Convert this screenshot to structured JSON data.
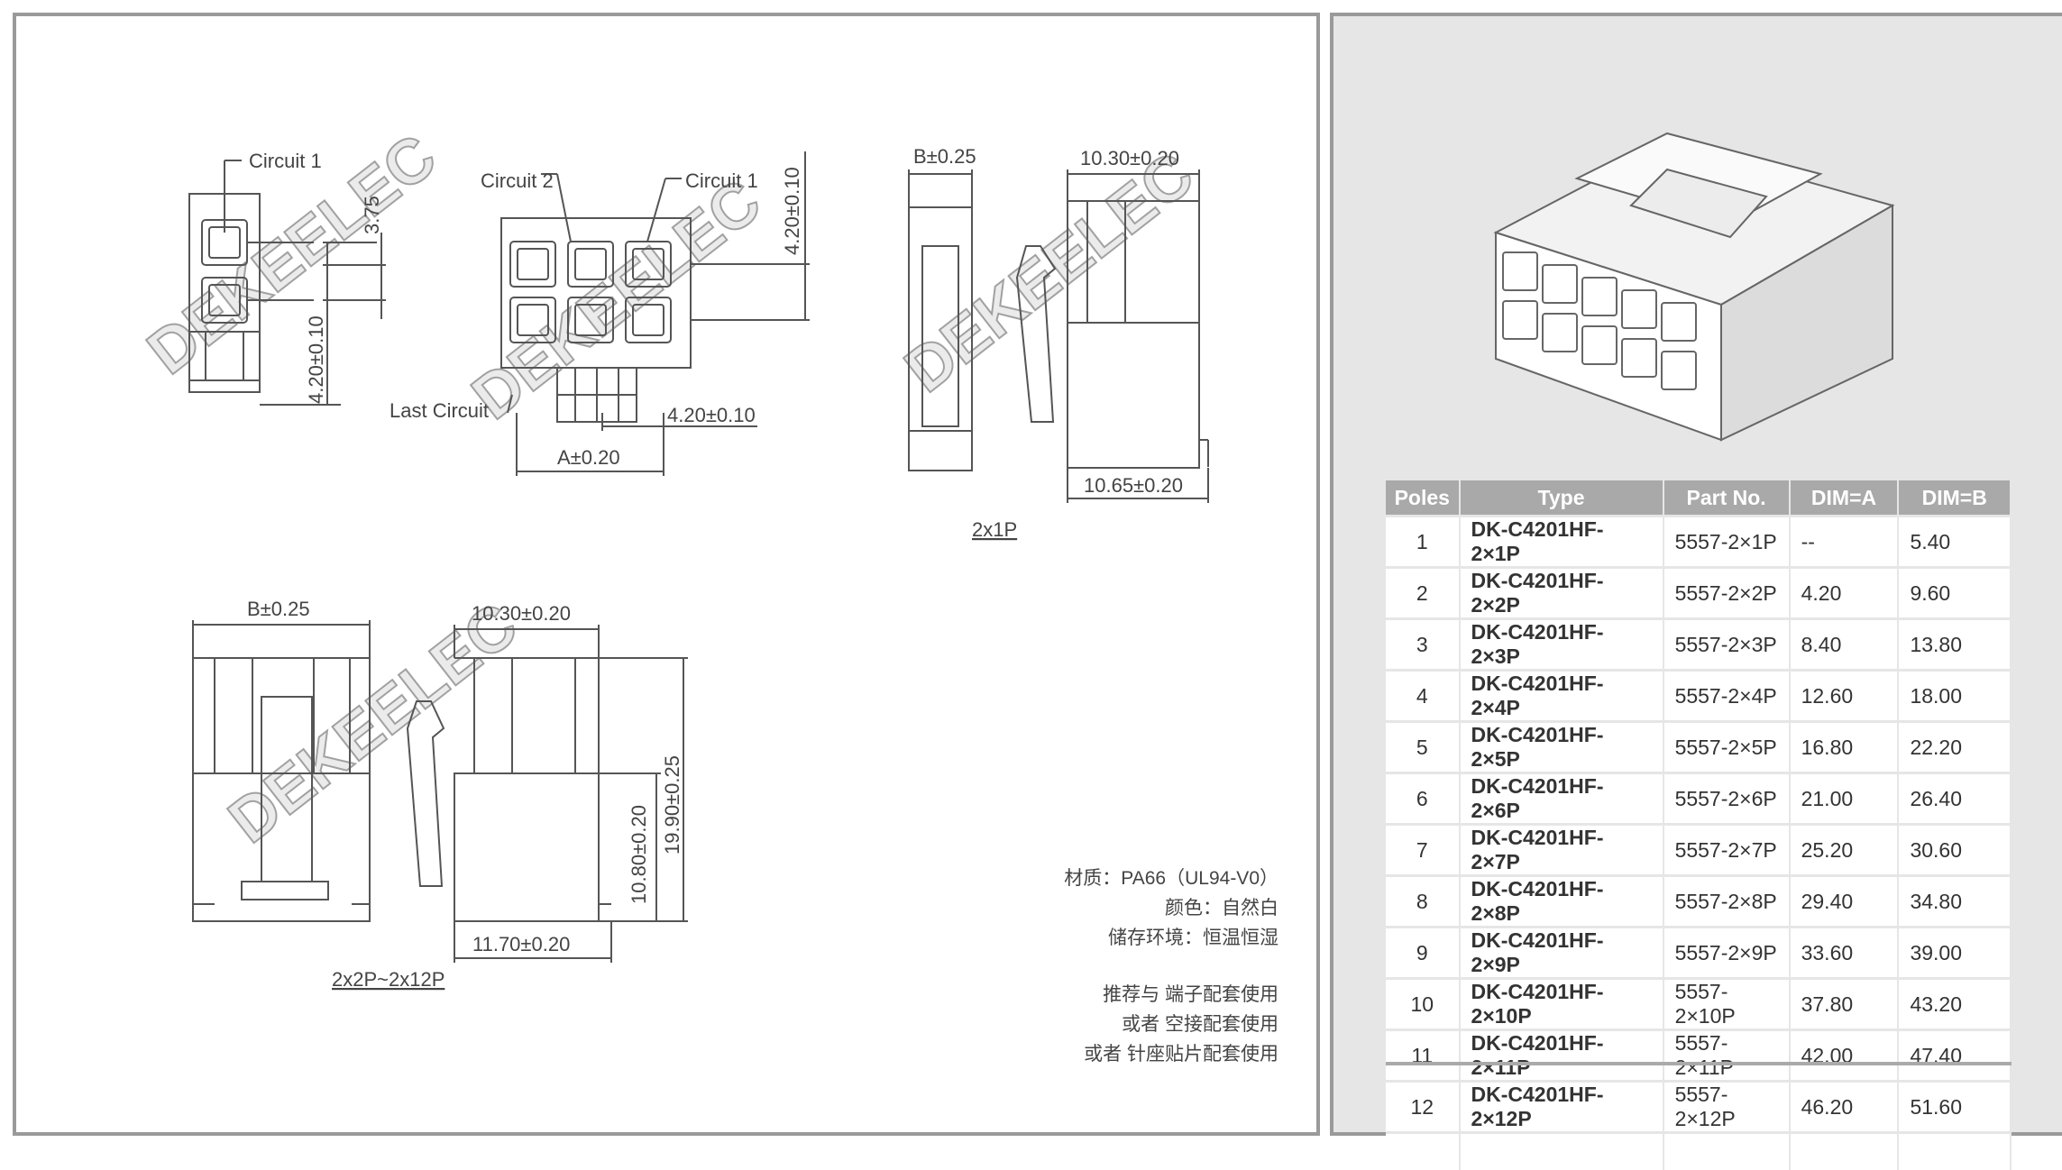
{
  "drawing": {
    "view1": {
      "circuit1_label": "Circuit 1",
      "dim_pitch_small": "3.75",
      "dim_height": "4.20±0.10"
    },
    "view2": {
      "circuit2_label": "Circuit 2",
      "circuit1_label": "Circuit 1",
      "last_circuit_label": "Last Circuit",
      "dim_vertical": "4.20±0.10",
      "dim_pitch": "4.20±0.10",
      "dim_a": "A±0.20"
    },
    "view3": {
      "dim_b": "B±0.25",
      "dim_depth": "10.30±0.20",
      "dim_bottom": "10.65±0.20",
      "caption": "2x1P"
    },
    "view4": {
      "dim_b": "B±0.25",
      "dim_depth": "10.30±0.20",
      "dim_height_total": "19.90±0.25",
      "dim_height_body": "10.80±0.20",
      "dim_bottom": "11.70±0.20",
      "caption": "2x2P~2x12P"
    },
    "watermark": "DEKEELEC"
  },
  "notes": {
    "material": "材质：PA66（UL94-V0）",
    "color": "颜色：自然白",
    "storage": "储存环境：恒温恒湿",
    "recommend1": "推荐与     端子配套使用",
    "recommend2": "或者    空接配套使用",
    "recommend3": "或者     针座贴片配套使用"
  },
  "table": {
    "headers": [
      "Poles",
      "Type",
      "Part No.",
      "DIM=A",
      "DIM=B"
    ],
    "rows": [
      [
        "1",
        "DK-C4201HF-2×1P",
        "5557-2×1P",
        "--",
        "5.40"
      ],
      [
        "2",
        "DK-C4201HF-2×2P",
        "5557-2×2P",
        "4.20",
        "9.60"
      ],
      [
        "3",
        "DK-C4201HF-2×3P",
        "5557-2×3P",
        "8.40",
        "13.80"
      ],
      [
        "4",
        "DK-C4201HF-2×4P",
        "5557-2×4P",
        "12.60",
        "18.00"
      ],
      [
        "5",
        "DK-C4201HF-2×5P",
        "5557-2×5P",
        "16.80",
        "22.20"
      ],
      [
        "6",
        "DK-C4201HF-2×6P",
        "5557-2×6P",
        "21.00",
        "26.40"
      ],
      [
        "7",
        "DK-C4201HF-2×7P",
        "5557-2×7P",
        "25.20",
        "30.60"
      ],
      [
        "8",
        "DK-C4201HF-2×8P",
        "5557-2×8P",
        "29.40",
        "34.80"
      ],
      [
        "9",
        "DK-C4201HF-2×9P",
        "5557-2×9P",
        "33.60",
        "39.00"
      ],
      [
        "10",
        "DK-C4201HF-2×10P",
        "5557-2×10P",
        "37.80",
        "43.20"
      ],
      [
        "11",
        "DK-C4201HF-2×11P",
        "5557-2×11P",
        "42.00",
        "47.40"
      ],
      [
        "12",
        "DK-C4201HF-2×12P",
        "5557-2×12P",
        "46.20",
        "51.60"
      ]
    ]
  }
}
